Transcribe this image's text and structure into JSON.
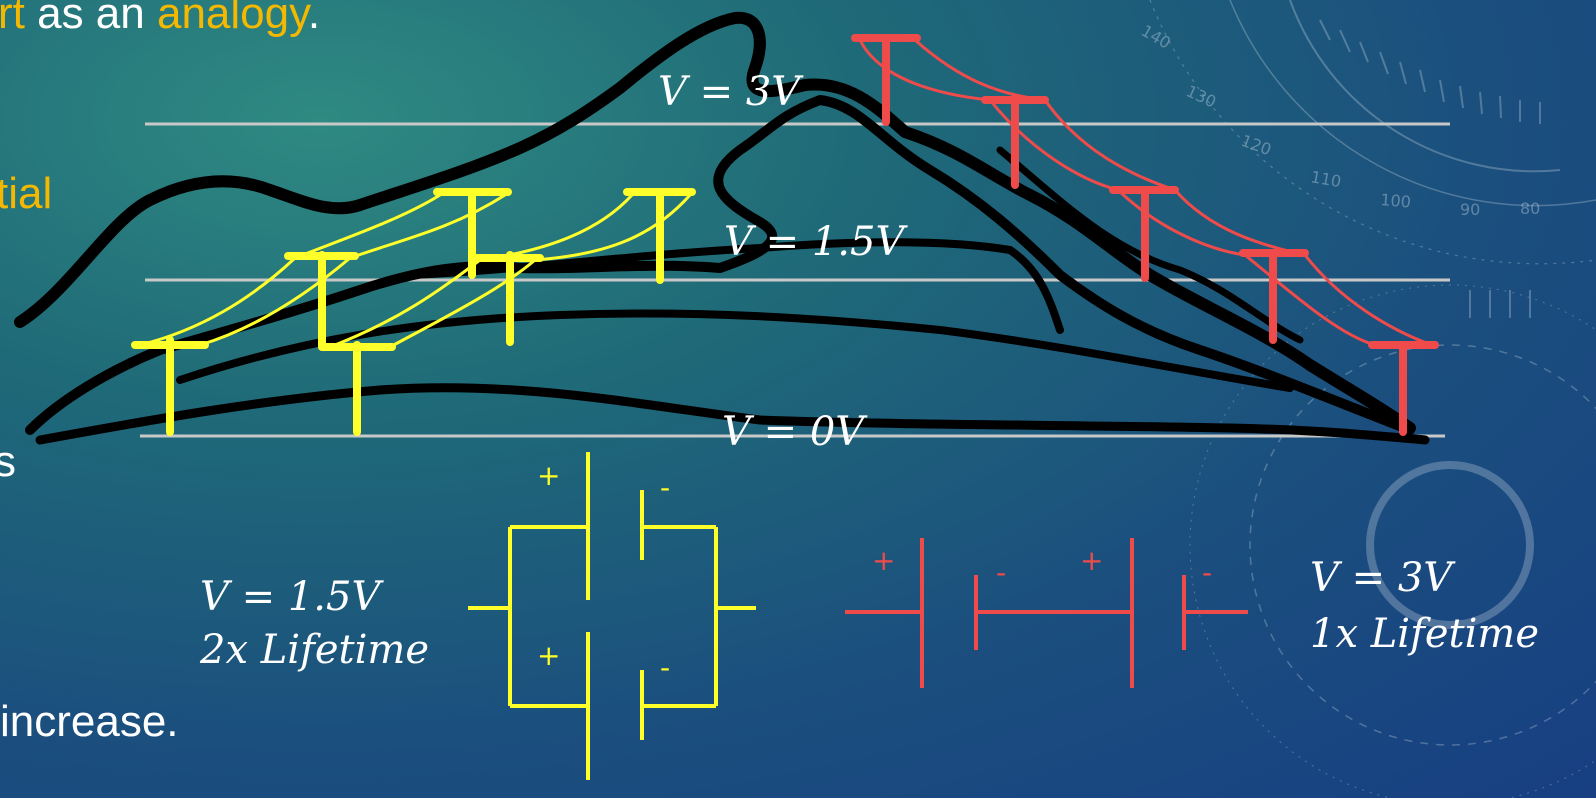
{
  "slide": {
    "top_text": {
      "part1": "rt",
      "part2": " as an ",
      "part3": "analogy",
      "part4": "."
    },
    "left_fragment_1": "tial",
    "left_fragment_2": "s",
    "bottom_text": "increase."
  },
  "levels": {
    "top": "V = 3V",
    "middle": "V = 1.5V",
    "bottom": "V = 0V"
  },
  "parallel": {
    "voltage": "V = 1.5V",
    "lifetime": "2x Lifetime",
    "plus_label": "+",
    "minus_label": "-"
  },
  "series": {
    "voltage": "V = 3V",
    "lifetime": "1x Lifetime",
    "plus_label": "+",
    "minus_label": "-"
  },
  "dial_ticks": [
    "140",
    "130",
    "120",
    "110",
    "100",
    "90",
    "80"
  ],
  "colors": {
    "yellow": "#ffff2a",
    "orange": "#f5b800",
    "red": "#f04b4b",
    "ink": "#000000",
    "gridline": "#c8c8c8"
  }
}
